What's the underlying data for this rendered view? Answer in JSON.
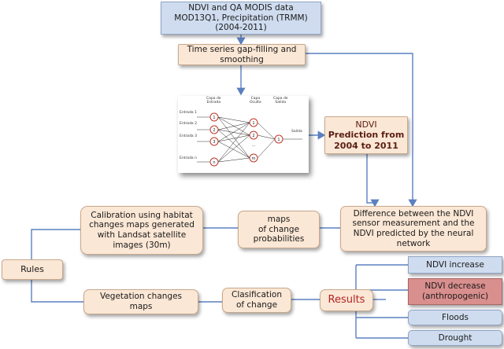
{
  "header": {
    "line1": "NDVI and QA MODIS data",
    "line2": "MOD13Q1, Precipitation (TRMM)",
    "line3": "(2004-2011)"
  },
  "gapfill": {
    "line1": "Time series gap-filling and",
    "line2": "smoothing"
  },
  "network": {
    "col1": "Capa de\nEntrada",
    "col2": "Capa\nOculta",
    "col3": "Capa de\nSalida",
    "in1": "Entrada 1",
    "in2": "Entrada 2",
    "in3": "Entrada 3",
    "in4": "Entrada n",
    "out": "Salida",
    "inNodes": [
      "1",
      "2",
      "3",
      "n"
    ],
    "hidNodes": [
      "1",
      "2",
      "...",
      "m"
    ],
    "outNode": "1"
  },
  "prediction": {
    "line1": "NDVI",
    "line2": "Prediction from",
    "line3": "2004 to 2011"
  },
  "difference": {
    "line1": "Difference between the NDVI",
    "line2": "sensor measurement  and the",
    "line3": "NDVI predicted by the neural",
    "line4": "network"
  },
  "probabilities": {
    "line1": "maps",
    "line2": "of change",
    "line3": "probabilities"
  },
  "calibration": {
    "line1": "Calibration using habitat",
    "line2": "changes maps generated",
    "line3": "with Landsat satellite",
    "line4": "images (30m)"
  },
  "rules": "Rules",
  "vegetation": {
    "line1": "Vegetation changes",
    "line2": "maps"
  },
  "classification": {
    "line1": "Clasification",
    "line2": "of change"
  },
  "results": "Results",
  "outcomes": {
    "increase": "NDVI increase",
    "decrease1": "NDVI decrease",
    "decrease2": "(anthropogenic)",
    "floods": "Floods",
    "drought": "Drought"
  },
  "colors": {
    "peach_box": "#fbe7d5",
    "blue_box": "#cfdcef",
    "highlight_box": "#d98f8d",
    "arrows": "#5b80c0",
    "results_text": "#b22222",
    "node_ring": "#c0392b"
  }
}
